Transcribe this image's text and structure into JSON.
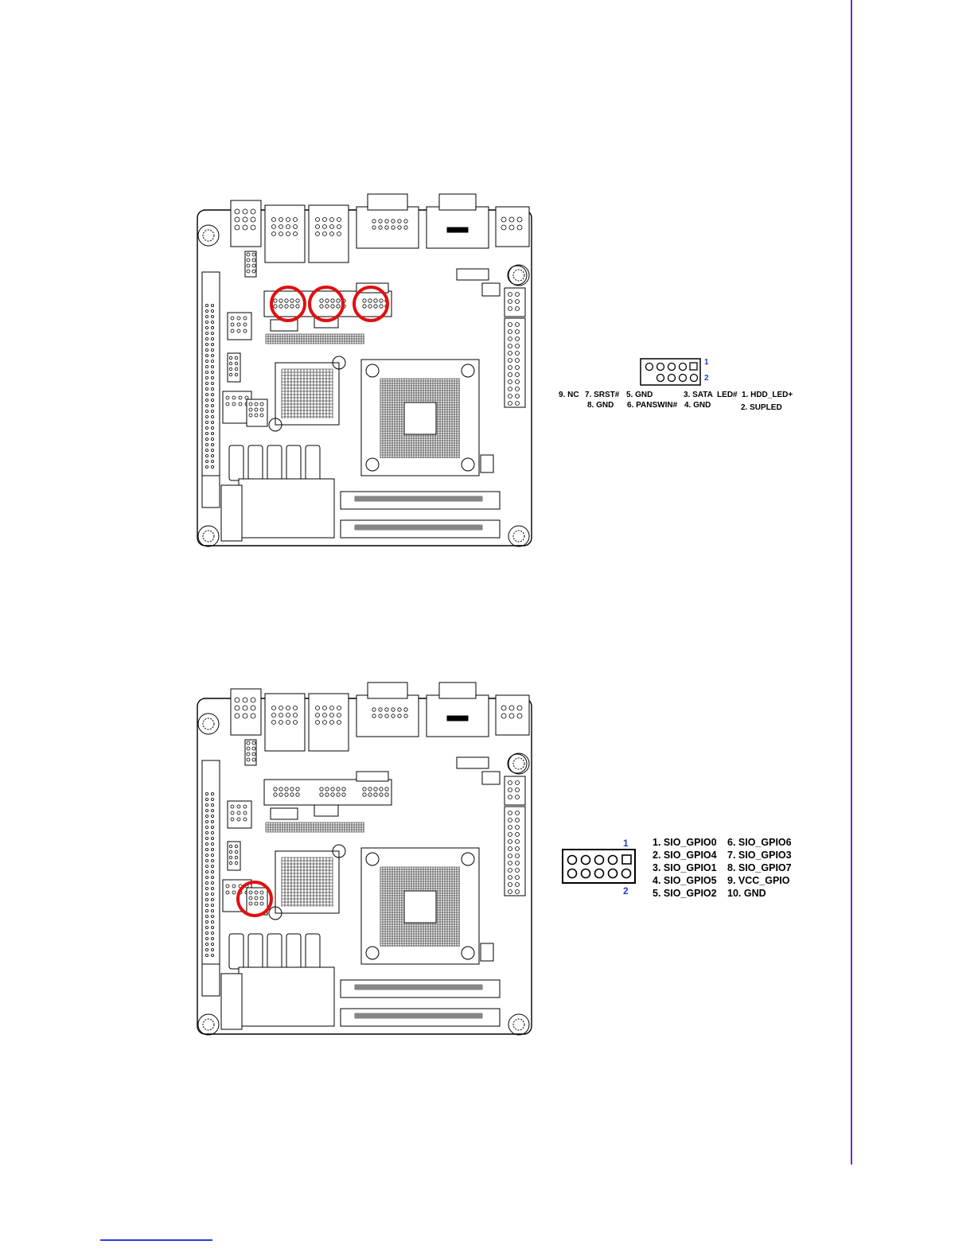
{
  "colors": {
    "margin_line": "#6a2bc4",
    "footer_rule": "#2b3fd6",
    "highlight_circle": "#e01010",
    "pin_number": "#1f3fbf"
  },
  "figure1": {
    "connector": {
      "pin_top": "1",
      "pin_bottom": "2"
    },
    "labels": [
      "9. NC",
      "7. SRST#",
      "5. GND",
      "3. SATA  LED#",
      "1. HDD_LED+",
      "8. GND",
      "6. PANSWIN#",
      "4. GND",
      "2. SUPLED"
    ]
  },
  "figure2": {
    "connector": {
      "pin_top": "1",
      "pin_bottom": "2"
    },
    "labels": [
      "1. SIO_GPIO0",
      "2. SIO_GPIO4",
      "3. SIO_GPIO1",
      "4. SIO_GPIO5",
      "5. SIO_GPIO2",
      "6. SIO_GPIO6",
      "7. SIO_GPIO3",
      "8. SIO_GPIO7",
      "9. VCC_GPIO",
      "10. GND"
    ]
  }
}
